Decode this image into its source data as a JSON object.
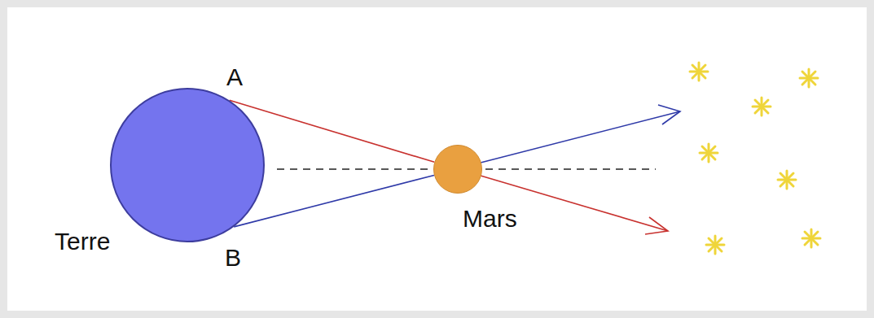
{
  "diagram": {
    "nodes": [
      {
        "text": [
          "Terre"
        ]
      },
      {
        "text": [
          "Mars"
        ]
      }
    ],
    "edges": [
      {
        "from": 0,
        "to": 1,
        "arrow": "none"
      },
      {
        "from": 0,
        "to": 1,
        "arrow": "none"
      }
    ],
    "labels": [
      "A",
      "B"
    ]
  }
}
